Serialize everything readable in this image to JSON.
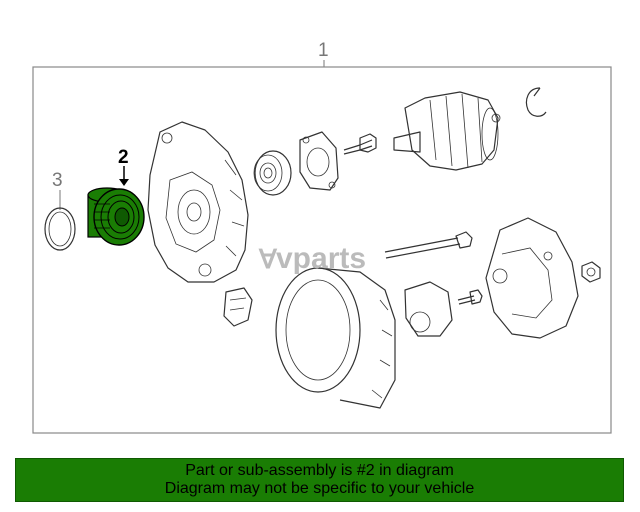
{
  "callouts": {
    "assembly": "1",
    "pulley": "2",
    "washer": "3"
  },
  "watermark": {
    "brand_mark": "∀",
    "brand_text": "vparts"
  },
  "banner": {
    "line1": "Part or sub-assembly is #2 in diagram",
    "line2": "Diagram may not be specific to your vehicle"
  },
  "colors": {
    "highlight": "#1a7d04",
    "line": "#333333"
  }
}
